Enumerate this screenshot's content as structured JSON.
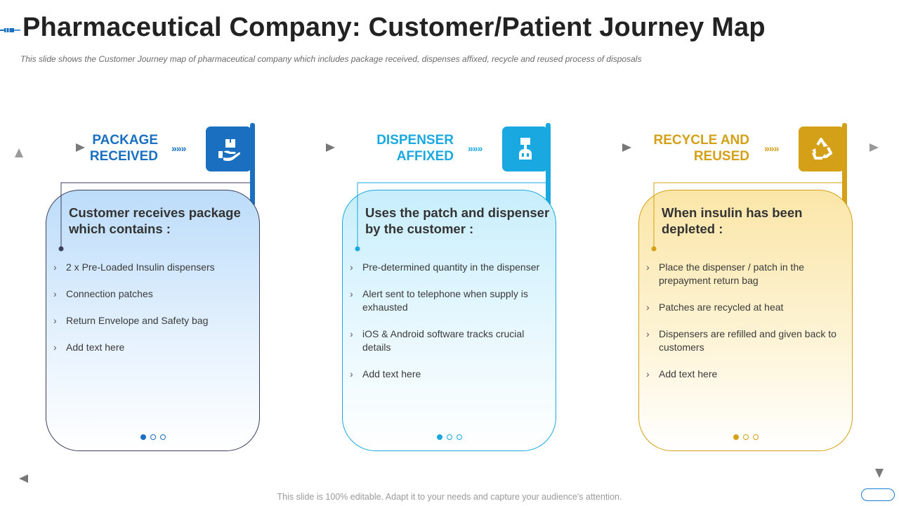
{
  "header": {
    "title": "Pharmaceutical Company: Customer/Patient Journey Map",
    "subtitle": "This slide shows the Customer Journey map of pharmaceutical company which includes package received, dispenses affixed, recycle and reused process of disposals"
  },
  "stages": [
    {
      "title_line1": "PACKAGE",
      "title_line2": "RECEIVED",
      "chevrons": "»»»",
      "icon": "hand-package-icon",
      "color": "#1a6fc0",
      "heading": "Customer receives package which contains :",
      "bullets": [
        "2 x Pre-Loaded Insulin dispensers",
        "Connection patches",
        "Return Envelope and Safety bag",
        "Add text here"
      ]
    },
    {
      "title_line1": "DISPENSER",
      "title_line2": "AFFIXED",
      "chevrons": "»»»",
      "icon": "dispenser-icon",
      "color": "#1aa8e0",
      "heading": "Uses the patch and dispenser by the customer :",
      "bullets": [
        "Pre-determined quantity in the dispenser",
        "Alert sent to telephone when supply is exhausted",
        "iOS & Android software tracks crucial details",
        "Add text here"
      ]
    },
    {
      "title_line1": "RECYCLE AND",
      "title_line2": "REUSED",
      "chevrons": "»»»",
      "icon": "recycle-icon",
      "color": "#d4a017",
      "heading": "When insulin has been depleted :",
      "bullets": [
        "Place the dispenser / patch in the prepayment return bag",
        "Patches are recycled at heat",
        "Dispensers are refilled and given back to customers",
        "Add text here"
      ]
    }
  ],
  "footer": {
    "text": "This slide is 100% editable. Adapt it to your needs and capture your audience's attention."
  }
}
